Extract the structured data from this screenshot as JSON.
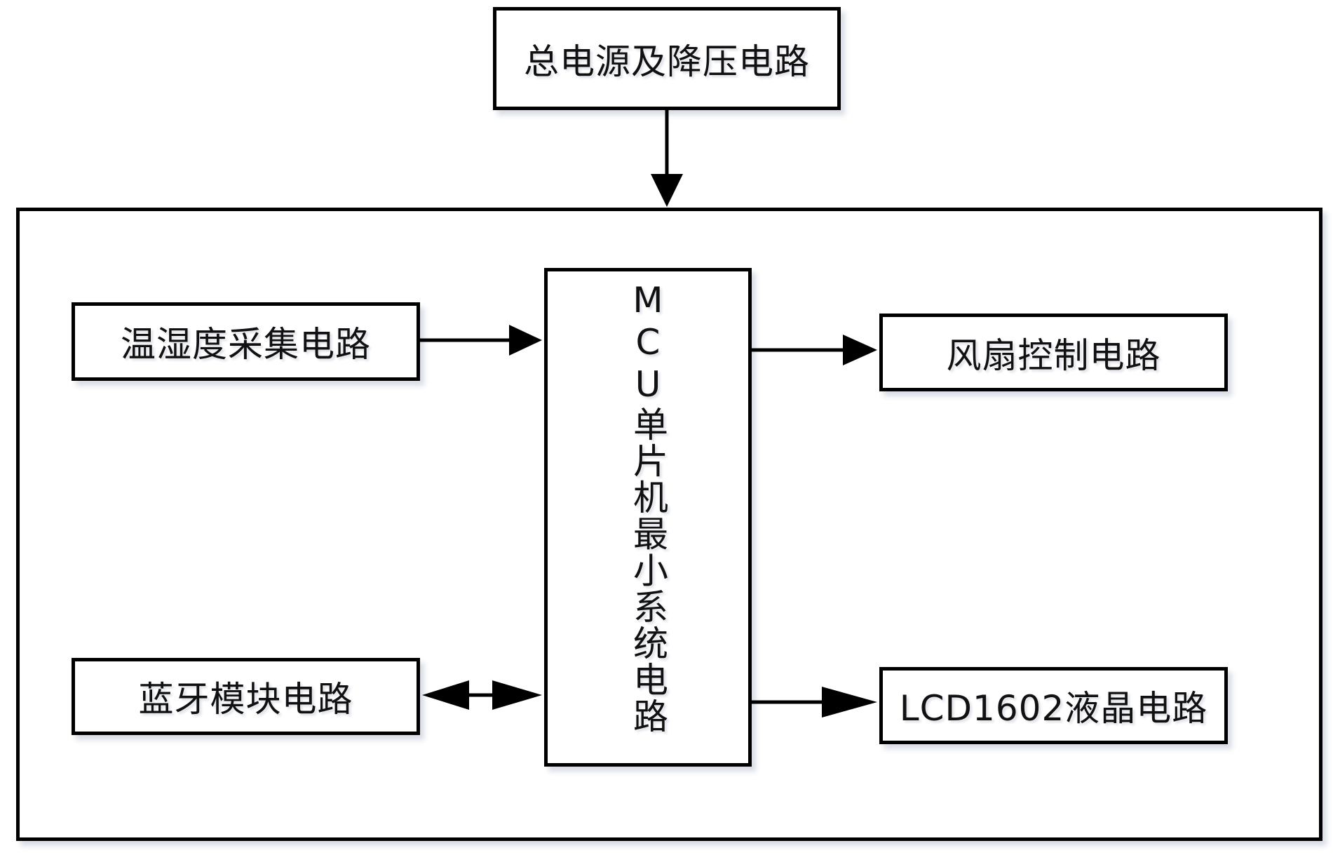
{
  "blocks": {
    "power": "总电源及降压电路",
    "mcu": "MCU单片机最小系统电路",
    "sensor": "温湿度采集电路",
    "bluetooth": "蓝牙模块电路",
    "fan": "风扇控制电路",
    "lcd": "LCD1602液晶电路"
  },
  "connections": [
    {
      "from": "power",
      "to": "mcu-system",
      "direction": "one-way"
    },
    {
      "from": "sensor",
      "to": "mcu",
      "direction": "one-way"
    },
    {
      "from": "bluetooth",
      "to": "mcu",
      "direction": "two-way"
    },
    {
      "from": "mcu",
      "to": "fan",
      "direction": "one-way"
    },
    {
      "from": "mcu",
      "to": "lcd",
      "direction": "one-way"
    }
  ],
  "colors": {
    "stroke": "#000000",
    "background": "#ffffff"
  }
}
